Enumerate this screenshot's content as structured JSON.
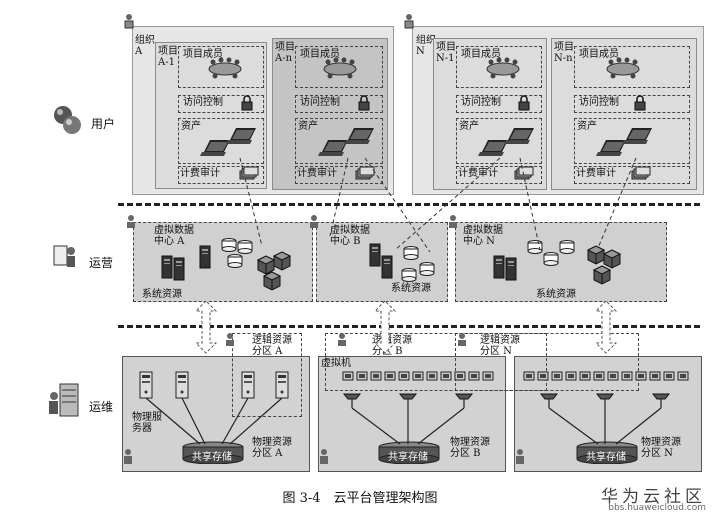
{
  "rows": {
    "users": "用户",
    "operations": "运营",
    "maintenance": "运维"
  },
  "org_a": {
    "label": "组织\nA",
    "proj1": {
      "label": "项目\nA-1",
      "members": "项目成员",
      "access": "访问控制",
      "assets": "资产",
      "billing": "计费审计"
    },
    "proj2": {
      "label": "项目\nA-n",
      "members": "项目成员",
      "access": "访问控制",
      "assets": "资产",
      "billing": "计费审计"
    }
  },
  "org_n": {
    "label": "组织\nN",
    "proj1": {
      "label": "项目\nN-1",
      "members": "项目成员",
      "access": "访问控制",
      "assets": "资产",
      "billing": "计费审计"
    },
    "proj2": {
      "label": "项目\nN-n",
      "members": "项目成员",
      "access": "访问控制",
      "assets": "资产",
      "billing": "计费审计"
    }
  },
  "vdc": {
    "a": {
      "title": "虚拟数据\n中心 A",
      "resources": "系统资源"
    },
    "b": {
      "title": "虚拟数据\n中心 B",
      "resources": "系统资源"
    },
    "n": {
      "title": "虚拟数据\n中心 N",
      "resources": "系统资源"
    }
  },
  "logical": {
    "a": "逻辑资源\n分区 A",
    "b": "逻辑资源\n分区 B",
    "n": "逻辑资源\n分区 N"
  },
  "physical": {
    "servers": "物理服\n务器",
    "vm": "虚拟机",
    "storage": "共享存储",
    "zone_a": "物理资源\n分区 A",
    "zone_b": "物理资源\n分区 B",
    "zone_n": "物理资源\n分区 N"
  },
  "caption": "图 3-4　云平台管理架构图",
  "watermark": {
    "brand": "华为云社区",
    "url": "bbs.huaweicloud.com"
  }
}
